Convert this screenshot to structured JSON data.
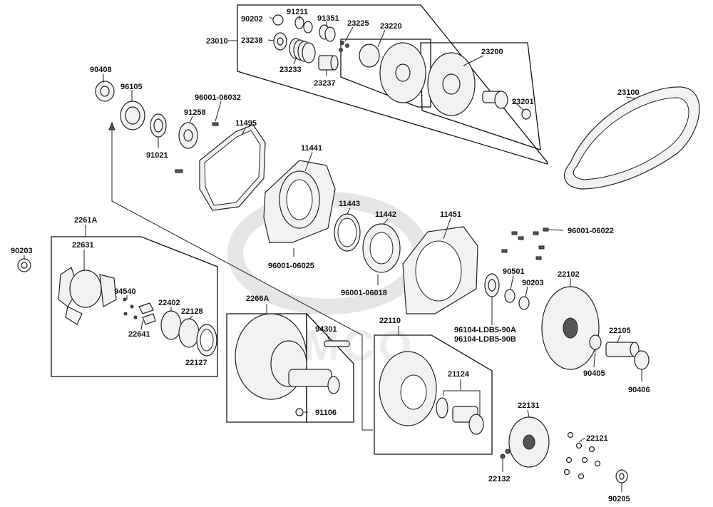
{
  "watermark": {
    "text": "KYMCO"
  },
  "labels": {
    "p23010": "23010",
    "p90202": "90202",
    "p91211": "91211",
    "p91351": "91351",
    "p23225": "23225",
    "p23220": "23220",
    "p23238": "23238",
    "p23233": "23233",
    "p23237": "23237",
    "p23200": "23200",
    "p23201": "23201",
    "p23100": "23100",
    "p90408": "90408",
    "p96105": "96105",
    "p96001_06032": "96001-06032",
    "p91258": "91258",
    "p11495": "11495",
    "p91021": "91021",
    "p11441": "11441",
    "p11443": "11443",
    "p11442": "11442",
    "p11451": "11451",
    "p96001_06022": "96001-06022",
    "p96001_06025": "96001-06025",
    "p96001_06018": "96001-06018",
    "p90501": "90501",
    "p90203b": "90203",
    "p22102": "22102",
    "p96104a": "96104-LDB5-90A",
    "p96104b": "96104-LDB5-90B",
    "p22105": "22105",
    "p90405": "90405",
    "p90406": "90406",
    "p2261A": "2261A",
    "p90203a": "90203",
    "p22631": "22631",
    "p94540": "94540",
    "p22402": "22402",
    "p22128": "22128",
    "p22641": "22641",
    "p22127": "22127",
    "p2266A": "2266A",
    "p94301": "94301",
    "p91106": "91106",
    "p22110": "22110",
    "p21124": "21124",
    "p22131": "22131",
    "p22121": "22121",
    "p22132": "22132",
    "p90205": "90205"
  }
}
